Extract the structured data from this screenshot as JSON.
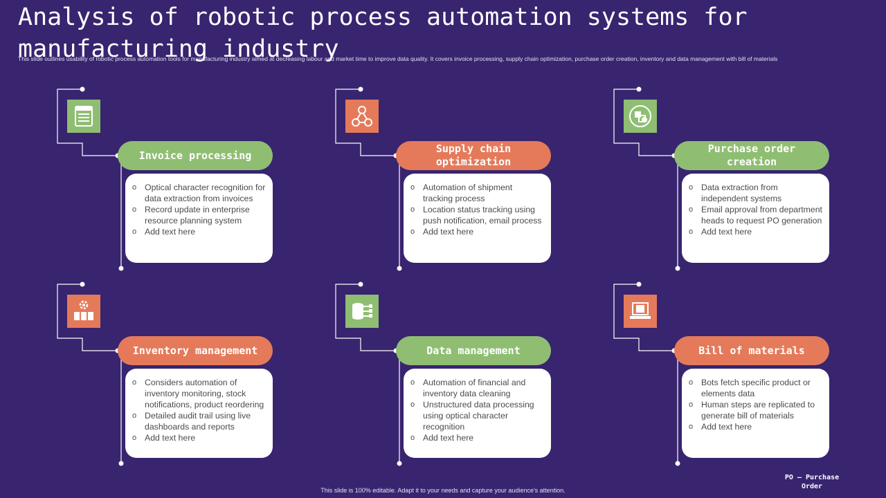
{
  "title": "Analysis of robotic process automation systems for manufacturing industry",
  "subtitle": "This slide outlines usability of robotic process automation tools for manufacturing industry aimed at decreasing labour and market time to improve data quality. It covers invoice processing, supply chain optimization, purchase order creation, inventory and data management with bill of materials",
  "footer": "This slide is 100% editable. Adapt it to your needs and capture your audience's attention.",
  "note": "PO – Purchase Order",
  "colors": {
    "background": "#38246f",
    "green": "#8fbe72",
    "orange": "#e57a5a"
  },
  "sections": [
    {
      "title": "Invoice processing",
      "color": "green",
      "icon": "invoice-icon",
      "bullets": [
        "Optical character recognition for data extraction from invoices",
        "Record update in enterprise resource planning system",
        "Add text here"
      ]
    },
    {
      "title": "Supply chain optimization",
      "color": "orange",
      "icon": "network-nodes-icon",
      "bullets": [
        "Automation of shipment tracking process",
        "Location status tracking using push notification, email process",
        "Add text here"
      ]
    },
    {
      "title": "Purchase order creation",
      "color": "green",
      "icon": "box-order-icon",
      "bullets": [
        "Data extraction from independent systems",
        "Email approval from department heads to request PO generation",
        "Add text here"
      ]
    },
    {
      "title": "Inventory management",
      "color": "orange",
      "icon": "inventory-gear-icon",
      "bullets": [
        "Considers automation of inventory monitoring, stock notifications, product reordering",
        "Detailed audit trail using live dashboards and reports",
        "Add text here"
      ]
    },
    {
      "title": "Data management",
      "color": "green",
      "icon": "database-icon",
      "bullets": [
        "Automation of financial and inventory data cleaning",
        "Unstructured data processing using optical character recognition",
        "Add text here"
      ]
    },
    {
      "title": "Bill of materials",
      "color": "orange",
      "icon": "bill-laptop-icon",
      "bullets": [
        "Bots fetch specific product or elements data",
        "Human steps are replicated to generate bill of materials",
        "Add text here"
      ]
    }
  ]
}
